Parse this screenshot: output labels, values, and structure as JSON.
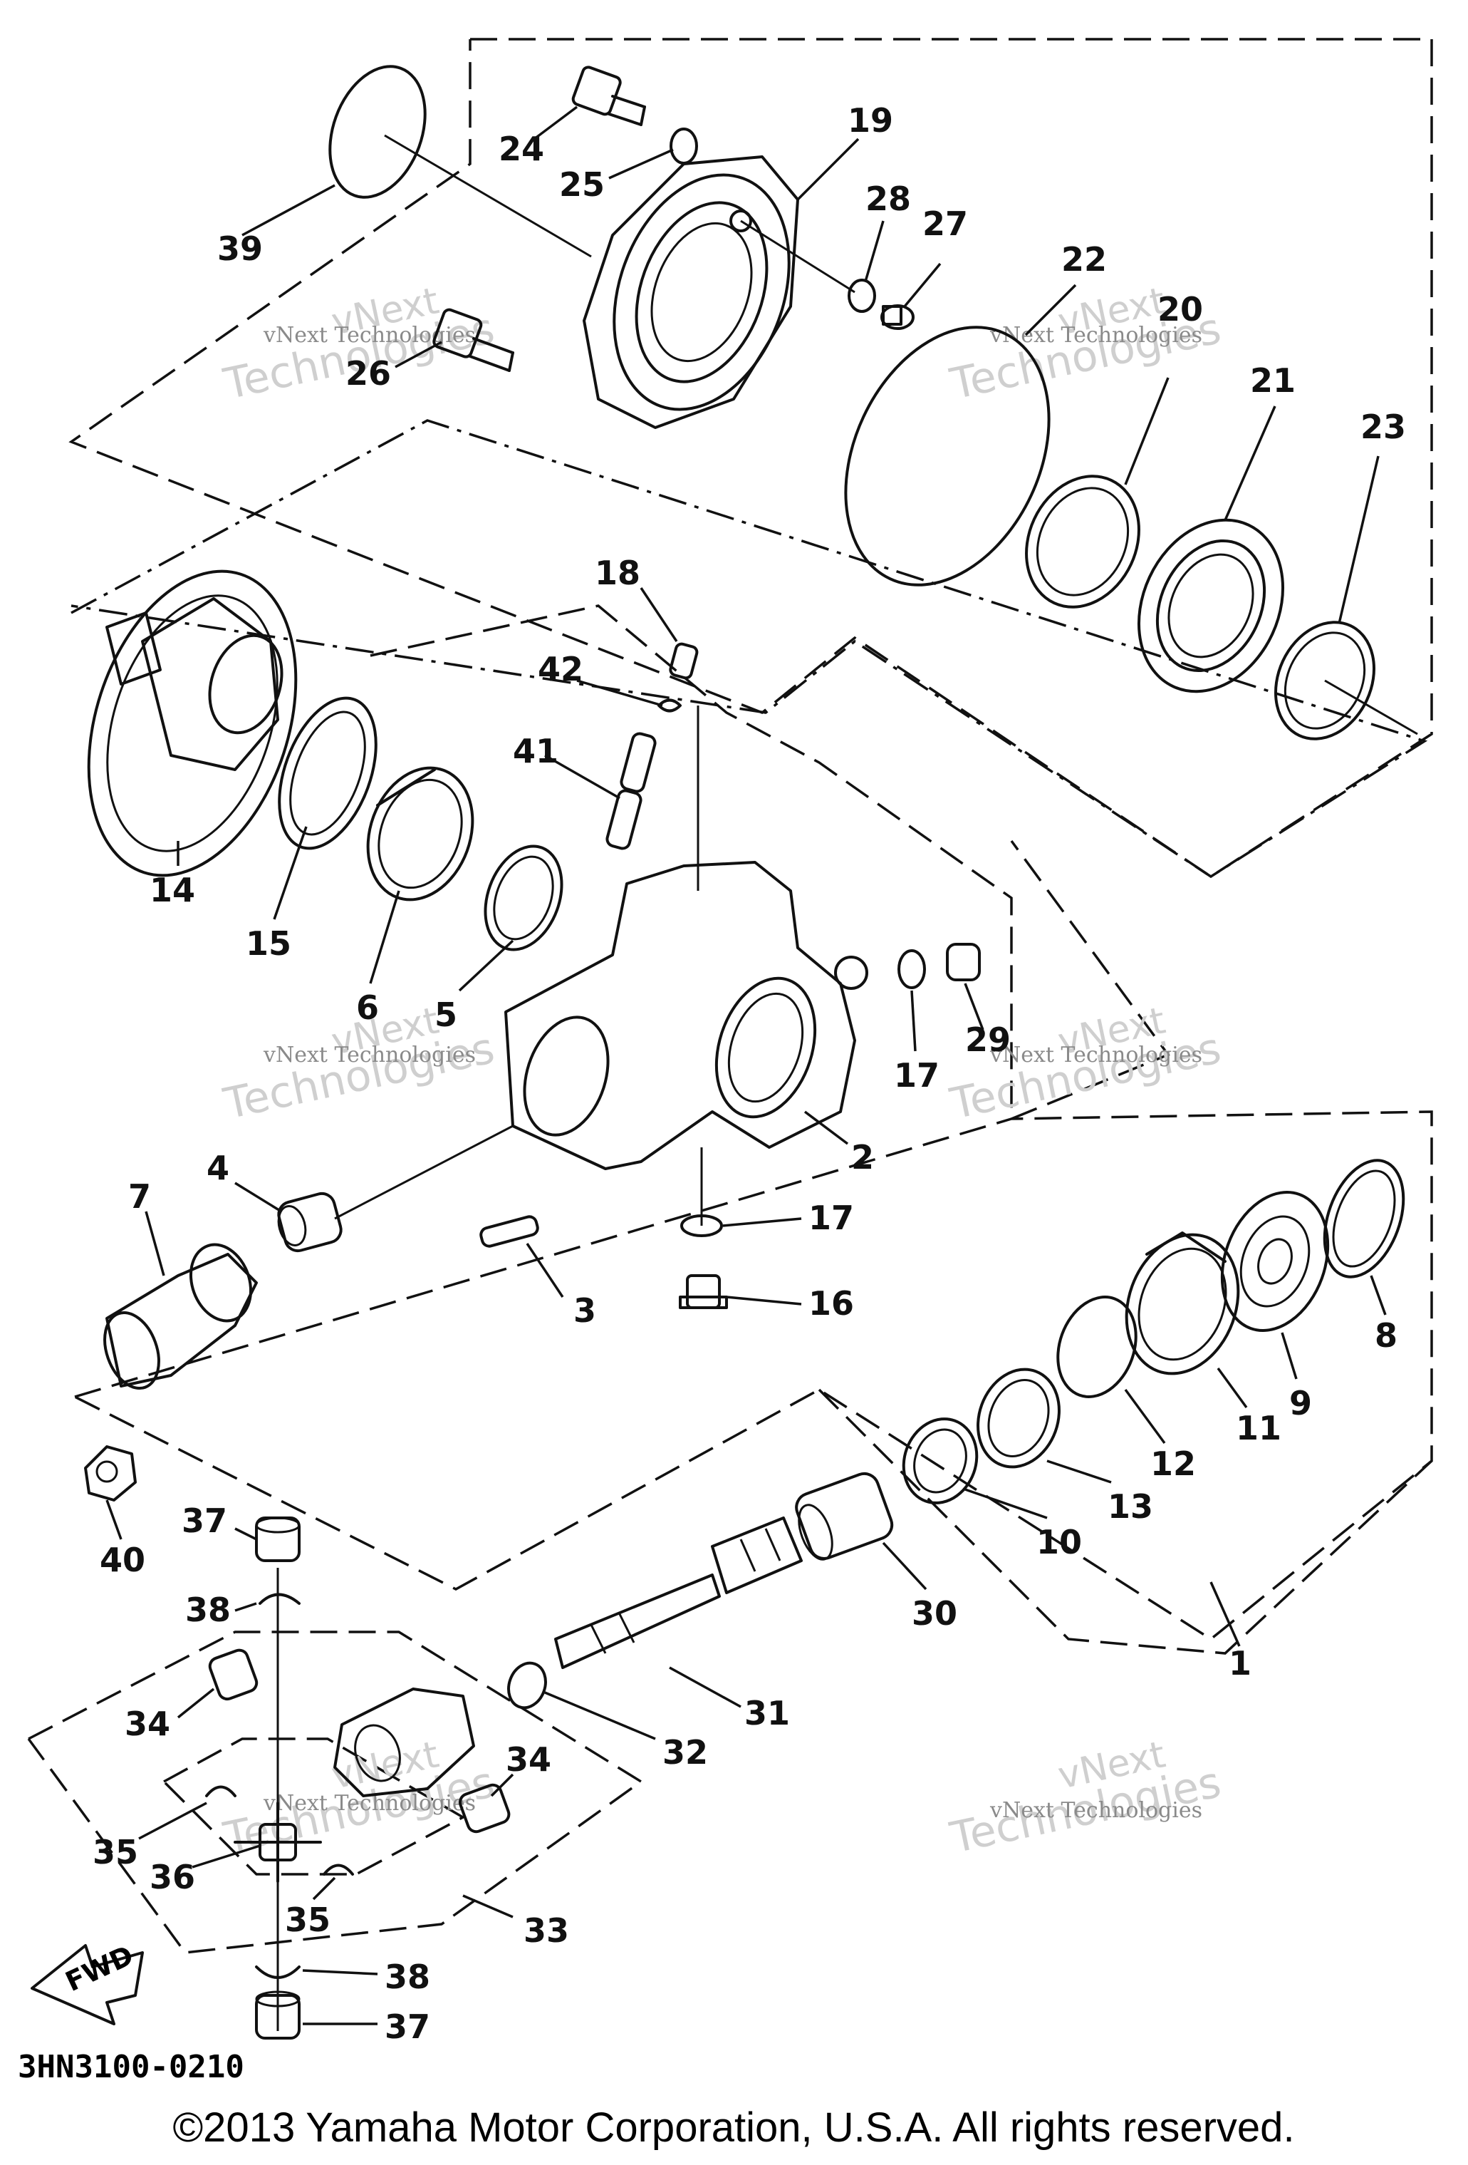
{
  "diagram": {
    "drawing_code": "3HN3100-0210",
    "copyright": "©2013 Yamaha Motor Corporation, U.S.A. All rights reserved.",
    "direction_arrow_label": "FWD",
    "watermark": {
      "line1": "vNext",
      "line2": "Technologies",
      "caption": "vNext Technologies"
    },
    "callouts": [
      {
        "id": "39",
        "label": "39"
      },
      {
        "id": "24",
        "label": "24"
      },
      {
        "id": "25",
        "label": "25"
      },
      {
        "id": "19",
        "label": "19"
      },
      {
        "id": "28",
        "label": "28"
      },
      {
        "id": "27",
        "label": "27"
      },
      {
        "id": "22",
        "label": "22"
      },
      {
        "id": "20",
        "label": "20"
      },
      {
        "id": "21",
        "label": "21"
      },
      {
        "id": "23",
        "label": "23"
      },
      {
        "id": "26",
        "label": "26"
      },
      {
        "id": "18",
        "label": "18"
      },
      {
        "id": "42",
        "label": "42"
      },
      {
        "id": "41",
        "label": "41"
      },
      {
        "id": "14",
        "label": "14"
      },
      {
        "id": "15",
        "label": "15"
      },
      {
        "id": "6",
        "label": "6"
      },
      {
        "id": "5",
        "label": "5"
      },
      {
        "id": "17a",
        "label": "17"
      },
      {
        "id": "29",
        "label": "29"
      },
      {
        "id": "2",
        "label": "2"
      },
      {
        "id": "4",
        "label": "4"
      },
      {
        "id": "7",
        "label": "7"
      },
      {
        "id": "17b",
        "label": "17"
      },
      {
        "id": "3",
        "label": "3"
      },
      {
        "id": "16",
        "label": "16"
      },
      {
        "id": "8",
        "label": "8"
      },
      {
        "id": "9",
        "label": "9"
      },
      {
        "id": "11",
        "label": "11"
      },
      {
        "id": "12",
        "label": "12"
      },
      {
        "id": "13",
        "label": "13"
      },
      {
        "id": "10",
        "label": "10"
      },
      {
        "id": "40",
        "label": "40"
      },
      {
        "id": "37a",
        "label": "37"
      },
      {
        "id": "38a",
        "label": "38"
      },
      {
        "id": "30",
        "label": "30"
      },
      {
        "id": "1",
        "label": "1"
      },
      {
        "id": "31",
        "label": "31"
      },
      {
        "id": "32",
        "label": "32"
      },
      {
        "id": "34a",
        "label": "34"
      },
      {
        "id": "34b",
        "label": "34"
      },
      {
        "id": "35a",
        "label": "35"
      },
      {
        "id": "36",
        "label": "36"
      },
      {
        "id": "35b",
        "label": "35"
      },
      {
        "id": "33",
        "label": "33"
      },
      {
        "id": "38b",
        "label": "38"
      },
      {
        "id": "37b",
        "label": "37"
      }
    ]
  }
}
